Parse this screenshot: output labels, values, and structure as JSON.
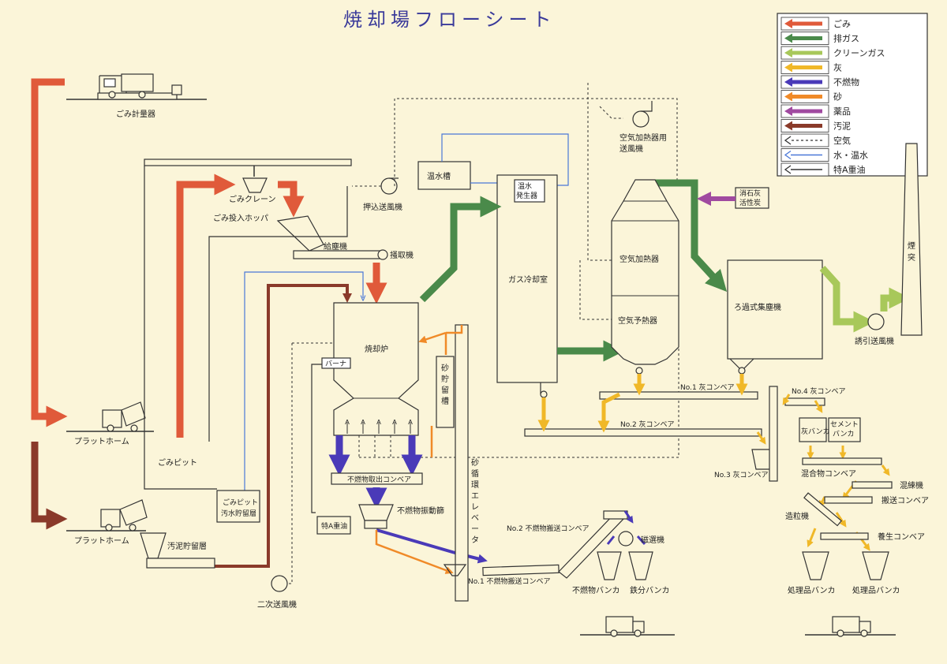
{
  "title": "焼却場フローシート",
  "legend": [
    {
      "label": "ごみ",
      "color": "#e05a3a",
      "style": "thick"
    },
    {
      "label": "排ガス",
      "color": "#4a8a4a",
      "style": "thick"
    },
    {
      "label": "クリーンガス",
      "color": "#a8c85a",
      "style": "thick"
    },
    {
      "label": "灰",
      "color": "#f0b828",
      "style": "thick"
    },
    {
      "label": "不燃物",
      "color": "#4a3ab8",
      "style": "thick"
    },
    {
      "label": "砂",
      "color": "#f08a28",
      "style": "thick"
    },
    {
      "label": "薬品",
      "color": "#a04aa0",
      "style": "thick"
    },
    {
      "label": "汚泥",
      "color": "#8a3a2a",
      "style": "thick"
    },
    {
      "label": "空気",
      "color": "#333333",
      "style": "dashed"
    },
    {
      "label": "水・温水",
      "color": "#4a78d8",
      "style": "thin"
    },
    {
      "label": "特A重油",
      "color": "#333333",
      "style": "thin"
    }
  ],
  "labels": {
    "gomi_scale": "ごみ計量器",
    "crane": "ごみクレーン",
    "hopper": "ごみ投入ホッパ",
    "feeder": "給塵機",
    "stoker": "掻取機",
    "push_fan": "押込送風機",
    "warm_tank": "温水槽",
    "warm_gen": "温水\n発生器",
    "cooling": "ガス冷却室",
    "air_heater_fan": "空気加熱器用\n送風機",
    "lime": "消石灰\n活性炭",
    "air_heater": "空気加熱器",
    "air_preheater": "空気予熱器",
    "filter": "ろ過式集塵機",
    "induced_fan": "誘引送風機",
    "stack": "煙\n突",
    "incinerator": "焼却炉",
    "burner": "バーナ",
    "sand_tank": "砂\n貯\n留\n槽",
    "sand_elevator": "砂\n循\n環\nエ\nレ\nベ\nー\nタ",
    "platform1": "プラットホーム",
    "platform2": "プラットホーム",
    "pit": "ごみピット",
    "pit_water": "ごみピット\n汚水貯留層",
    "sludge": "汚泥貯留層",
    "oil": "特A重油",
    "secondary_fan": "二次送風機",
    "unburnt_conv": "不燃物取出コンベア",
    "vibrating": "不燃物振動篩",
    "conv_no1_unburnt": "No.1 不燃物搬送コンベア",
    "conv_no2_unburnt": "No.2 不燃物搬送コンベア",
    "magnet": "磁選機",
    "unburnt_bunker": "不燃物バンカ",
    "iron_bunker": "鉄分バンカ",
    "ash_conv1": "No.1 灰コンベア",
    "ash_conv2": "No.2 灰コンベア",
    "ash_conv3": "No.3 灰コンベア",
    "ash_conv4": "No.4 灰コンベア",
    "ash_bunker": "灰バンカ",
    "cement_bunker": "セメント\nバンカ",
    "mix_conv": "混合物コンベア",
    "mixer": "混練機",
    "carry_conv": "搬送コンベア",
    "granulator": "造粒機",
    "cure_conv": "養生コンベア",
    "product1": "処理品バンカ",
    "product2": "処理品バンカ"
  }
}
